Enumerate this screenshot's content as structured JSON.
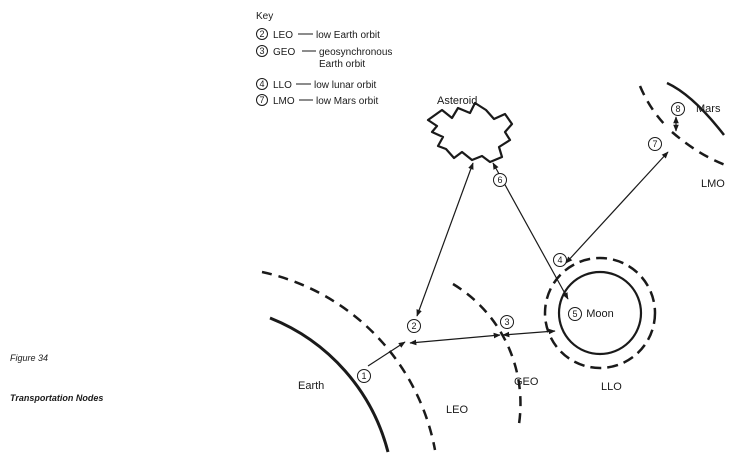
{
  "figure": {
    "number": "Figure 34",
    "title": "Transportation Nodes"
  },
  "key": {
    "heading": "Key",
    "entries": [
      {
        "num": "2",
        "abbr": "LEO",
        "lines": [
          "low Earth orbit"
        ]
      },
      {
        "num": "3",
        "abbr": "GEO",
        "lines": [
          "geosynchronous",
          "Earth orbit"
        ]
      },
      {
        "num": "4",
        "abbr": "LLO",
        "lines": [
          "low lunar orbit"
        ]
      },
      {
        "num": "7",
        "abbr": "LMO",
        "lines": [
          "low Mars orbit"
        ]
      }
    ]
  },
  "bodies": {
    "earth": "Earth",
    "moon": "Moon",
    "mars": "Mars",
    "asteroid": "Asteroid"
  },
  "orbits": {
    "leo": "LEO",
    "geo": "GEO",
    "llo": "LLO",
    "lmo": "LMO"
  },
  "nodes": [
    "1",
    "2",
    "3",
    "4",
    "5",
    "6",
    "7",
    "8"
  ]
}
